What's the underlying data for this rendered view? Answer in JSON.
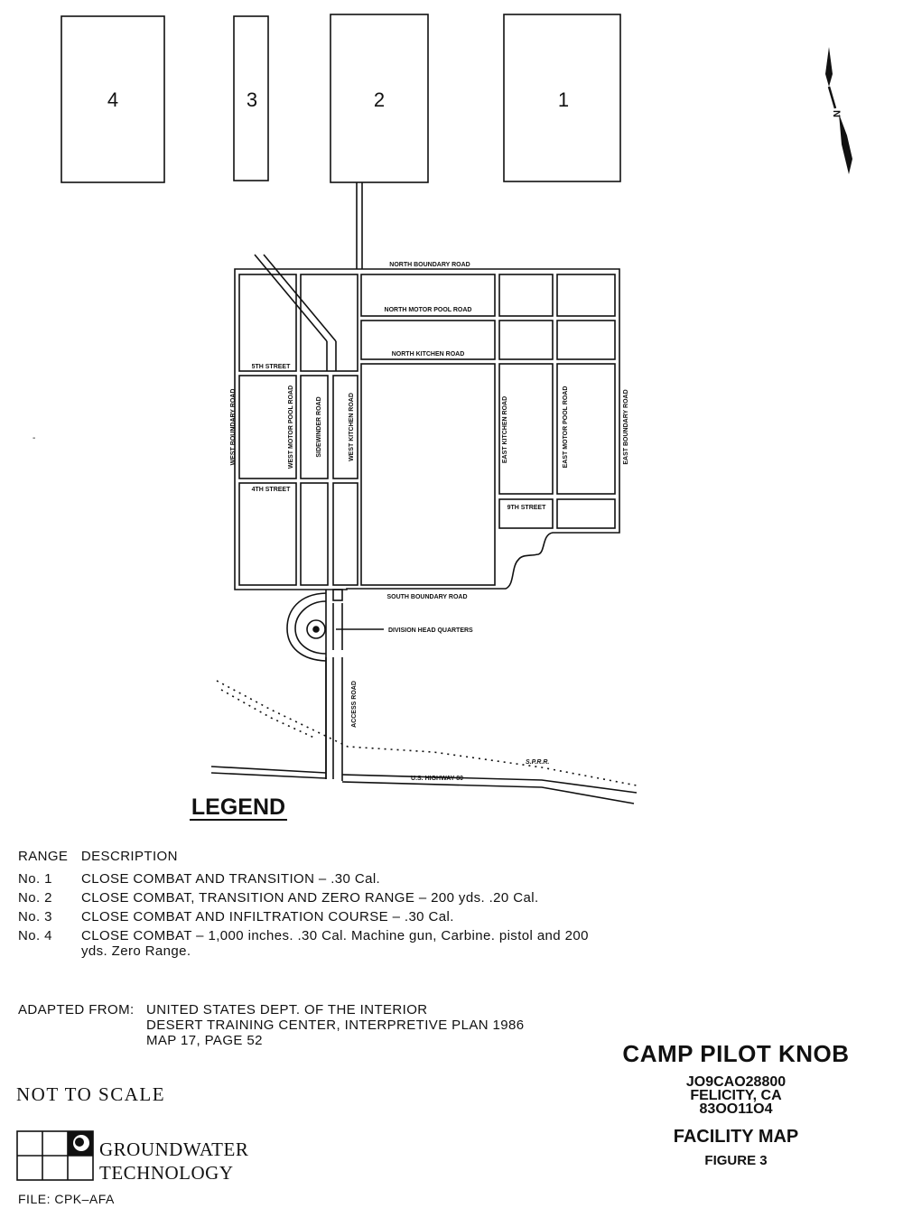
{
  "ranges": [
    {
      "num": "4"
    },
    {
      "num": "3"
    },
    {
      "num": "2"
    },
    {
      "num": "1"
    }
  ],
  "north_arrow": {
    "label": "N",
    "icon": "north-arrow-icon"
  },
  "roads": {
    "north_boundary": "NORTH BOUNDARY ROAD",
    "north_motor_pool": "NORTH MOTOR POOL ROAD",
    "north_kitchen": "NORTH KITCHEN ROAD",
    "fifth_street": "5TH STREET",
    "fourth_street": "4TH STREET",
    "ninth_street": "9TH STREET",
    "west_boundary": "WEST BOUNDARY ROAD",
    "west_motor_pool": "WEST MOTOR POOL ROAD",
    "sidewinder": "SIDEWINDER ROAD",
    "west_kitchen": "WEST KITCHEN ROAD",
    "east_kitchen": "EAST KITCHEN ROAD",
    "east_motor_pool": "EAST MOTOR POOL ROAD",
    "east_boundary": "EAST BOUNDARY ROAD",
    "south_boundary": "SOUTH BOUNDARY ROAD",
    "access": "ACCESS ROAD",
    "division_hq": "DIVISION HEAD QUARTERS",
    "sprr": "S.P.R.R.",
    "highway": "U.S. HIGHWAY 80"
  },
  "legend": {
    "title": "LEGEND",
    "col_range": "RANGE",
    "col_desc": "DESCRIPTION",
    "rows": [
      {
        "no": "No. 1",
        "desc": "CLOSE COMBAT AND TRANSITION – .30 Cal."
      },
      {
        "no": "No. 2",
        "desc": "CLOSE COMBAT, TRANSITION AND ZERO RANGE – 200 yds. .20 Cal."
      },
      {
        "no": "No. 3",
        "desc": "CLOSE COMBAT AND INFILTRATION COURSE – .30 Cal."
      },
      {
        "no": "No. 4",
        "desc": "CLOSE COMBAT – 1,000 inches. .30 Cal. Machine gun, Carbine. pistol and 200 yds. Zero Range."
      }
    ]
  },
  "adapted": {
    "key": "ADAPTED FROM:",
    "lines": [
      "UNITED STATES DEPT. OF THE INTERIOR",
      "DESERT TRAINING CENTER, INTERPRETIVE PLAN 1986",
      "MAP 17, PAGE 52"
    ]
  },
  "not_to_scale": "NOT TO SCALE",
  "company": {
    "line1": "GROUNDWATER",
    "line2": "TECHNOLOGY"
  },
  "file": "FILE: CPK–AFA",
  "titleblock": {
    "title": "CAMP PILOT KNOB",
    "id": "JO9CAO28800",
    "location": "FELICITY, CA",
    "number": "83OO11O4",
    "map_name": "FACILITY MAP",
    "figure": "FIGURE 3"
  }
}
